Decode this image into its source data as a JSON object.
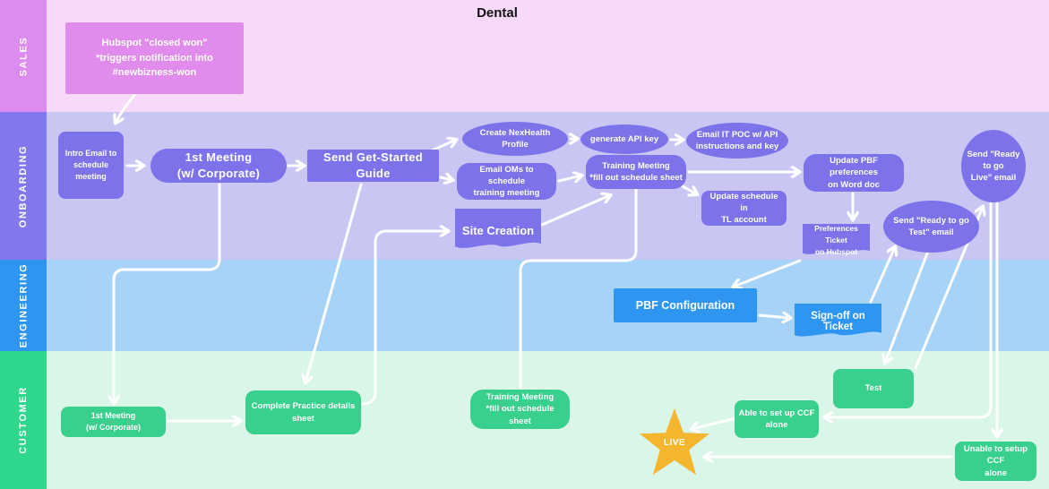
{
  "title": "Dental",
  "lanes": [
    {
      "label": "SALES"
    },
    {
      "label": "ONBOARDING"
    },
    {
      "label": "ENGINEERING"
    },
    {
      "label": "CUSTOMER"
    }
  ],
  "colors": {
    "sales_strip": "#DC8CEE",
    "sales_bg": "#F7D9F9",
    "sales_node": "#E18CEC",
    "onboarding_strip": "#8278EE",
    "onboarding_bg": "#CAC6F4",
    "onboarding_node": "#7C72E9",
    "engineering_strip": "#2E95F1",
    "engineering_bg": "#A8D3F8",
    "engineering_node": "#2E95F1",
    "customer_strip": "#2ED78B",
    "customer_bg": "#D9F6E8",
    "customer_node": "#39CF8C",
    "star": "#F4B62F",
    "connector": "#FFFFFF"
  },
  "nodes": {
    "hubspot_closed_won": "Hubspot \"closed won\"\n*triggers notification into\n#newbizness-won",
    "intro_email": "Intro Email to\nschedule\nmeeting",
    "first_meeting_onboarding": "1st Meeting\n(w/ Corporate)",
    "send_guide": "Send Get-Started Guide",
    "create_nexhealth": "Create NexHealth\nProfile",
    "generate_api_key": "generate API key",
    "email_it_poc": "Email IT POC w/ API\ninstructions and key",
    "email_oms": "Email OMs to schedule\ntraining meeting",
    "training_meeting_onboarding": "Training Meeting\n*fill out schedule sheet",
    "update_schedule_tl": "Update schedule in\nTL account",
    "site_creation": "Site Creation",
    "update_pbf_prefs": "Update PBF preferences\non Word doc",
    "preferences_ticket": "Preferences Ticket\non Hubspot",
    "send_ready_test": "Send \"Ready to go\nTest\" email",
    "send_ready_live": "Send \"Ready to go\nLive\" email",
    "pbf_configuration": "PBF Configuration",
    "signoff_ticket": "Sign-off on Ticket",
    "first_meeting_customer": "1st Meeting\n(w/ Corporate)",
    "complete_practice": "Complete Practice details sheet",
    "training_meeting_customer": "Training Meeting\n*fill out schedule sheet",
    "test": "Test",
    "able_ccf": "Able to set up CCF\nalone",
    "unable_ccf": "Unable to setup CCF\nalone",
    "live": "LIVE"
  }
}
